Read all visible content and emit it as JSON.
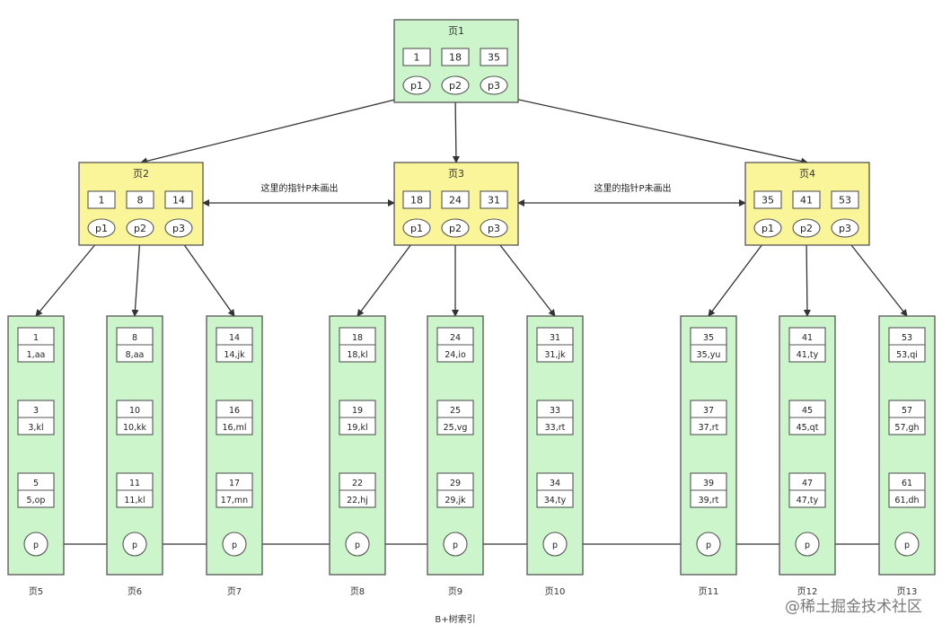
{
  "root": {
    "title": "页1",
    "keys": [
      "1",
      "18",
      "35"
    ],
    "pointers": [
      "p1",
      "p2",
      "p3"
    ]
  },
  "internal": [
    {
      "title": "页2",
      "keys": [
        "1",
        "8",
        "14"
      ],
      "pointers": [
        "p1",
        "p2",
        "p3"
      ]
    },
    {
      "title": "页3",
      "keys": [
        "18",
        "24",
        "31"
      ],
      "pointers": [
        "p1",
        "p2",
        "p3"
      ]
    },
    {
      "title": "页4",
      "keys": [
        "35",
        "41",
        "53"
      ],
      "pointers": [
        "p1",
        "p2",
        "p3"
      ]
    }
  ],
  "notes": [
    "这里的指针P未画出",
    "这里的指针P未画出"
  ],
  "leaves": [
    {
      "label": "页5",
      "records": [
        {
          "key": "1",
          "row": "1,aa"
        },
        {
          "key": "3",
          "row": "3,kl"
        },
        {
          "key": "5",
          "row": "5,op"
        }
      ],
      "pointer": "p"
    },
    {
      "label": "页6",
      "records": [
        {
          "key": "8",
          "row": "8,aa"
        },
        {
          "key": "10",
          "row": "10,kk"
        },
        {
          "key": "11",
          "row": "11,kl"
        }
      ],
      "pointer": "p"
    },
    {
      "label": "页7",
      "records": [
        {
          "key": "14",
          "row": "14,jk"
        },
        {
          "key": "16",
          "row": "16,ml"
        },
        {
          "key": "17",
          "row": "17,mn"
        }
      ],
      "pointer": "p"
    },
    {
      "label": "页8",
      "records": [
        {
          "key": "18",
          "row": "18,kl"
        },
        {
          "key": "19",
          "row": "19,kl"
        },
        {
          "key": "22",
          "row": "22,hj"
        }
      ],
      "pointer": "p"
    },
    {
      "label": "页9",
      "records": [
        {
          "key": "24",
          "row": "24,io"
        },
        {
          "key": "25",
          "row": "25,vg"
        },
        {
          "key": "29",
          "row": "29,jk"
        }
      ],
      "pointer": "p"
    },
    {
      "label": "页10",
      "records": [
        {
          "key": "31",
          "row": "31,jk"
        },
        {
          "key": "33",
          "row": "33,rt"
        },
        {
          "key": "34",
          "row": "34,ty"
        }
      ],
      "pointer": "p"
    },
    {
      "label": "页11",
      "records": [
        {
          "key": "35",
          "row": "35,yu"
        },
        {
          "key": "37",
          "row": "37,rt"
        },
        {
          "key": "39",
          "row": "39,rt"
        }
      ],
      "pointer": "p"
    },
    {
      "label": "页12",
      "records": [
        {
          "key": "41",
          "row": "41,ty"
        },
        {
          "key": "45",
          "row": "45,qt"
        },
        {
          "key": "47",
          "row": "47,ty"
        }
      ],
      "pointer": "p"
    },
    {
      "label": "页13",
      "records": [
        {
          "key": "53",
          "row": "53,qi"
        },
        {
          "key": "57",
          "row": "57,gh"
        },
        {
          "key": "61",
          "row": "61,dh"
        }
      ],
      "pointer": "p"
    }
  ],
  "caption": "B+树索引",
  "watermark": "@稀土掘金技术社区",
  "colors": {
    "root_fill": "#ccf5cc",
    "internal_fill": "#fbf59a",
    "leaf_fill": "#ccf5cc",
    "border": "#555555",
    "arrow": "#333333"
  }
}
